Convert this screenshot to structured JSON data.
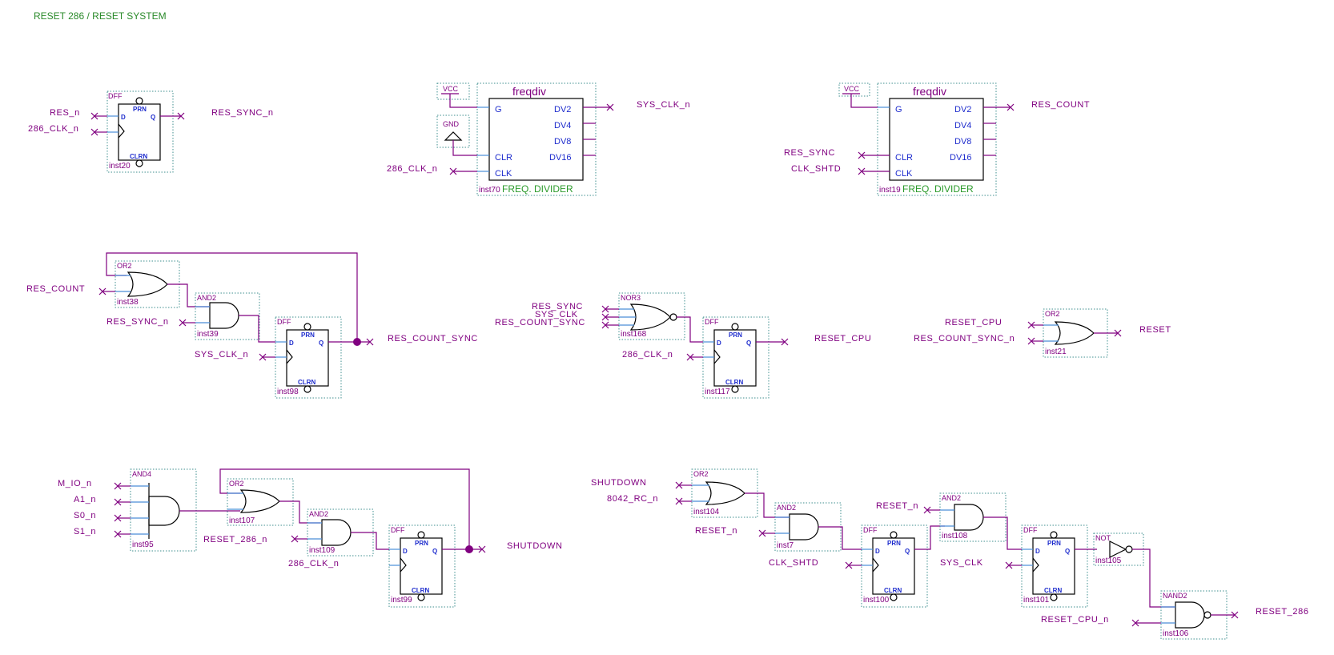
{
  "title": "RESET 286 / RESET SYSTEM",
  "library": {
    "dff": "DFF",
    "or2": "OR2",
    "and2": "AND2",
    "and4": "AND4",
    "nor3": "NOR3",
    "not": "NOT",
    "nand2": "NAND2",
    "vcc": "VCC",
    "gnd": "GND",
    "freqdiv": "freqdiv",
    "freq_caption": "FREQ. DIVIDER"
  },
  "pins": {
    "d": "D",
    "q": "Q",
    "prn": "PRN",
    "clrn": "CLRN",
    "g": "G",
    "clr": "CLR",
    "clk": "CLK",
    "dv2": "DV2",
    "dv4": "DV4",
    "dv8": "DV8",
    "dv16": "DV16"
  },
  "instances": {
    "inst20": "inst20",
    "inst70": "inst70",
    "inst19": "inst19",
    "inst38": "inst38",
    "inst39": "inst39",
    "inst98": "inst98",
    "inst168": "inst168",
    "inst117": "inst117",
    "inst21": "inst21",
    "inst95": "inst95",
    "inst107": "inst107",
    "inst109": "inst109",
    "inst99": "inst99",
    "inst104": "inst104",
    "inst7": "inst7",
    "inst100": "inst100",
    "inst108": "inst108",
    "inst101": "inst101",
    "inst105": "inst105",
    "inst106": "inst106"
  },
  "nets": {
    "res_n": "RES_n",
    "clk286_n_1": "286_CLK_n",
    "res_sync_n_out": "RES_SYNC_n",
    "sys_clk_n_out": "SYS_CLK_n",
    "clk286_n_2": "286_CLK_n",
    "res_count_out": "RES_COUNT",
    "res_sync_1": "RES_SYNC",
    "clk_shtd_1": "CLK_SHTD",
    "res_count_in": "RES_COUNT",
    "res_sync_n_in": "RES_SYNC_n",
    "sys_clk_n_in": "SYS_CLK_n",
    "res_count_sync_out": "RES_COUNT_SYNC",
    "res_sync_2": "RES_SYNC",
    "sys_clk_1": "SYS_CLK",
    "res_count_sync_1": "RES_COUNT_SYNC",
    "clk286_n_3": "286_CLK_n",
    "reset_cpu_out": "RESET_CPU",
    "reset_cpu_in": "RESET_CPU",
    "res_count_sync_n": "RES_COUNT_SYNC_n",
    "reset_out": "RESET",
    "m_io_n": "M_IO_n",
    "a1_n": "A1_n",
    "s0_n": "S0_n",
    "s1_n": "S1_n",
    "reset_286_n": "RESET_286_n",
    "clk286_n_4": "286_CLK_n",
    "shutdown_out": "SHUTDOWN",
    "shutdown_in": "SHUTDOWN",
    "rc8042_n": "8042_RC_n",
    "reset_n_1": "RESET_n",
    "clk_shtd_2": "CLK_SHTD",
    "reset_n_2": "RESET_n",
    "sys_clk_2": "SYS_CLK",
    "reset_cpu_n": "RESET_CPU_n",
    "reset_286_out": "RESET_286"
  }
}
